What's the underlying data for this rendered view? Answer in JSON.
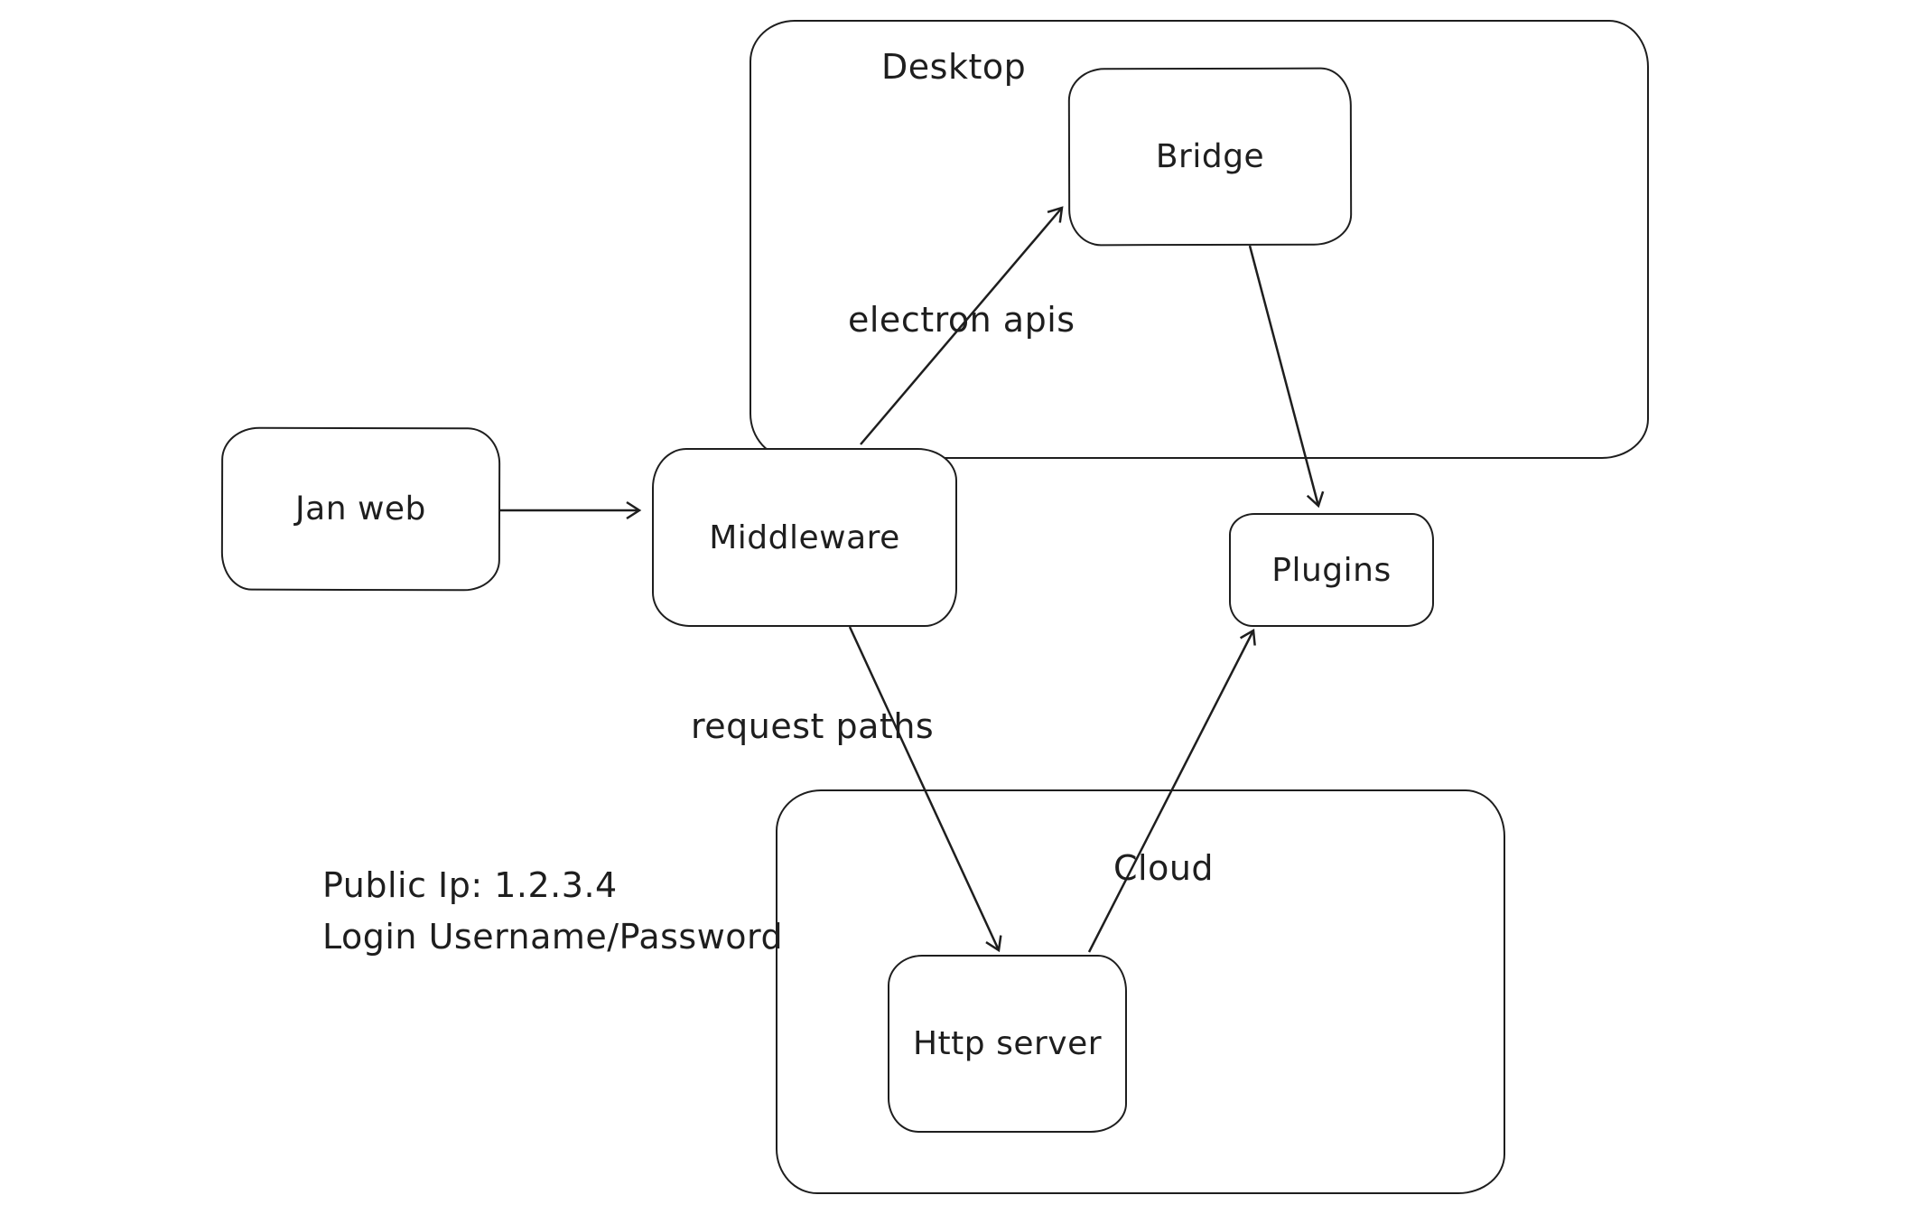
{
  "diagram": {
    "colors": {
      "stroke": "#1e1e1e",
      "background": "#ffffff"
    },
    "containers": [
      {
        "id": "desktop",
        "label": "Desktop"
      },
      {
        "id": "cloud",
        "label": "Cloud"
      }
    ],
    "nodes": [
      {
        "id": "jan-web",
        "label": "Jan web"
      },
      {
        "id": "middleware",
        "label": "Middleware"
      },
      {
        "id": "bridge",
        "label": "Bridge"
      },
      {
        "id": "plugins",
        "label": "Plugins"
      },
      {
        "id": "http-server",
        "label": "Http server"
      }
    ],
    "edges": [
      {
        "from": "jan-web",
        "to": "middleware",
        "label": ""
      },
      {
        "from": "middleware",
        "to": "bridge",
        "label": "electron apis"
      },
      {
        "from": "bridge",
        "to": "plugins",
        "label": ""
      },
      {
        "from": "middleware",
        "to": "http-server",
        "label": "request paths"
      },
      {
        "from": "http-server",
        "to": "plugins",
        "label": ""
      }
    ],
    "annotations": [
      "Public Ip: 1.2.3.4",
      "Login Username/Password"
    ]
  }
}
